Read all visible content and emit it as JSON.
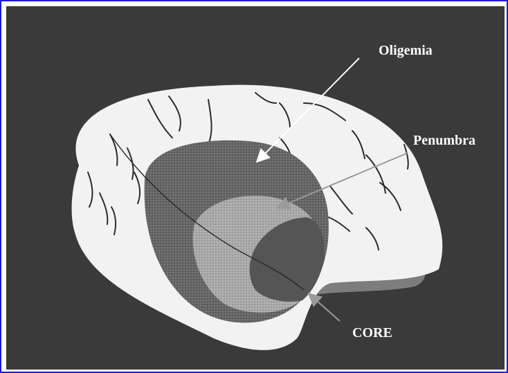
{
  "figure": {
    "labels": {
      "oligemia": "Oligemia",
      "penumbra": "Penumbra",
      "core": "CORE"
    }
  },
  "colors": {
    "border": "#1b1bd0",
    "background": "#3a3a3a",
    "brain": "#f2f2f2",
    "oligemia_zone": "#6a6a6a",
    "penumbra_zone": "#a6a6a6",
    "core_zone": "#555555",
    "cerebellum": "#7d7d7d",
    "sulci": "#2a2a2a",
    "label_text": "#ffffff"
  }
}
